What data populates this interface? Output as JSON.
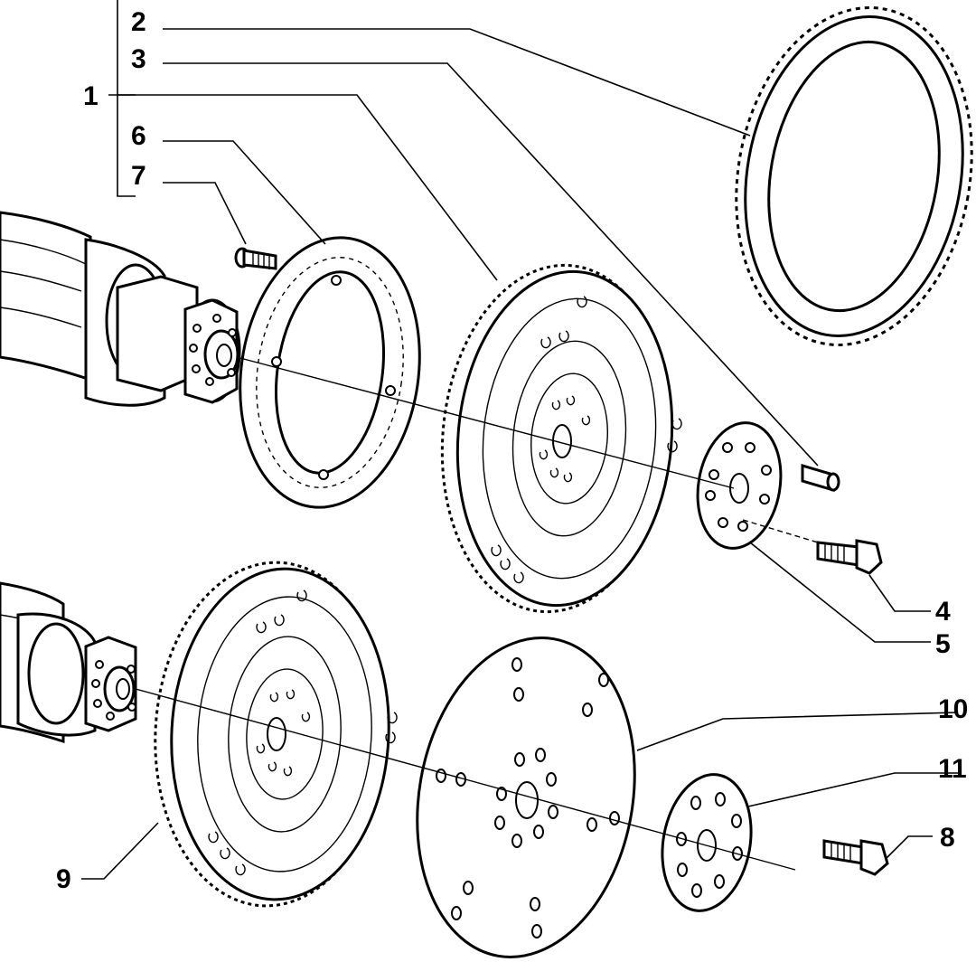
{
  "diagram": {
    "callouts": [
      {
        "id": "1",
        "text": "1"
      },
      {
        "id": "2",
        "text": "2"
      },
      {
        "id": "3",
        "text": "3"
      },
      {
        "id": "4",
        "text": "4"
      },
      {
        "id": "5",
        "text": "5"
      },
      {
        "id": "6",
        "text": "6"
      },
      {
        "id": "7",
        "text": "7"
      },
      {
        "id": "8",
        "text": "8"
      },
      {
        "id": "9",
        "text": "9"
      },
      {
        "id": "10",
        "text": "10"
      },
      {
        "id": "11",
        "text": "11"
      }
    ],
    "stroke_color": "#000000",
    "background_color": "#ffffff"
  }
}
